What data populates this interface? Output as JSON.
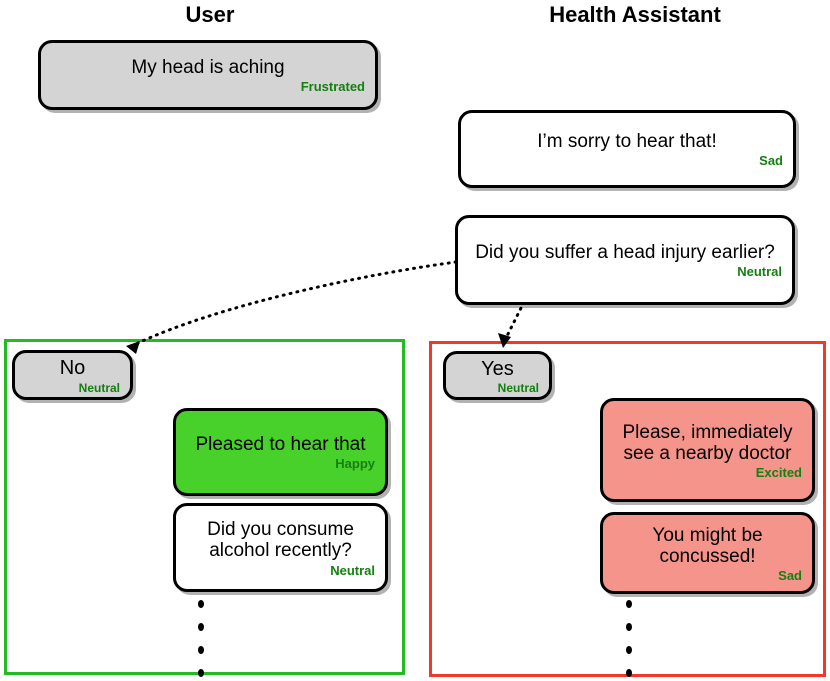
{
  "columns": {
    "user": "User",
    "assistant": "Health Assistant"
  },
  "messages": {
    "head_aching": {
      "text": "My head is aching",
      "emotion": "Frustrated"
    },
    "sorry": {
      "text": "I’m sorry to hear that!",
      "emotion": "Sad"
    },
    "head_injury": {
      "text": "Did you suffer a head injury earlier?",
      "emotion": "Neutral"
    },
    "no": {
      "text": "No",
      "emotion": "Neutral"
    },
    "yes": {
      "text": "Yes",
      "emotion": "Neutral"
    },
    "pleased": {
      "text": "Pleased to hear that",
      "emotion": "Happy"
    },
    "alcohol": {
      "text": "Did you consume alcohol recently?",
      "emotion": "Neutral"
    },
    "doctor": {
      "text": "Please, immediately see a nearby doctor",
      "emotion": "Excited"
    },
    "concussed": {
      "text": "You might be concussed!",
      "emotion": "Sad"
    }
  },
  "branches": {
    "no_branch_color": "#22bb22",
    "yes_branch_color": "#f5362a"
  },
  "colors": {
    "user_bubble": "#d4d4d4",
    "assistant_bubble": "#ffffff",
    "positive_bubble": "#49d12b",
    "alert_bubble": "#f5948a",
    "emotion_label": "#13800f",
    "outline": "#000000"
  },
  "connectors": [
    {
      "name": "head-injury-to-no",
      "style": "dotted-curve",
      "label": ""
    },
    {
      "name": "head-injury-to-yes",
      "style": "dotted-line",
      "label": ""
    }
  ],
  "ellipsis": {
    "count": 4,
    "meaning": "conversation continues"
  }
}
